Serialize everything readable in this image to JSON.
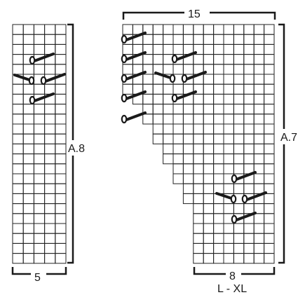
{
  "left_chart": {
    "cols": 5,
    "rows": 24,
    "name_label": "A.8",
    "width_label": "5"
  },
  "right_chart": {
    "cols": 15,
    "rows": 24,
    "name_label": "A.7",
    "top_width_label": "15",
    "bottom_width_label": "8",
    "size_label": "L - XL"
  },
  "colors": {
    "ink": "#1a1a1a",
    "grid": "#222222",
    "background": "#ffffff"
  },
  "icons": [
    "increase-loop-icon",
    "yarn-over-stroke-icon"
  ]
}
